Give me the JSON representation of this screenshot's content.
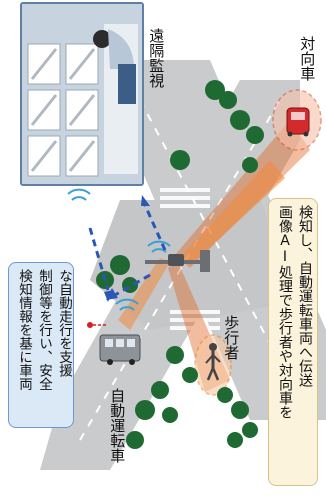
{
  "labels": {
    "remote_monitoring": "遠隔監視",
    "oncoming_vehicle": "対向車",
    "pedestrian": "歩行者",
    "autonomous_vehicle": "自動運転車",
    "support_text_line1": "検知情報を基に車両",
    "support_text_line2": "制御等を行い、安全",
    "support_text_line3": "な自動走行を支援",
    "ai_text_line1": "画像AI処理で歩行者や対向車を",
    "ai_text_line2": "検知し、自動運転車両へ伝送"
  },
  "colors": {
    "road": "#c9cbcd",
    "sidewalk": "#f2f2f2",
    "tree": "#1f6a33",
    "blue_arrow": "#2a56b8",
    "orange_beam": "#e06b2a",
    "support_box_fill": "#dbe8f6",
    "ai_box_fill": "#fbf3dc"
  },
  "icons": [
    "monitor-person-icon",
    "camera-pole-icon",
    "wireless-signal-icon",
    "car-icon",
    "bus-icon",
    "pedestrian-icon",
    "tree-icon"
  ]
}
